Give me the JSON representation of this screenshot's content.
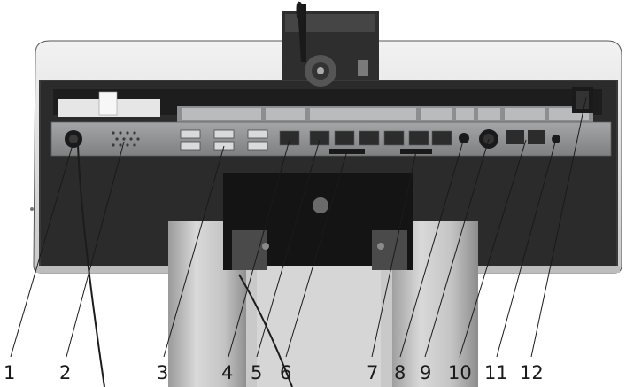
{
  "figure": {
    "subject": "POS terminal rear I/O panel with numbered port callouts",
    "colors": {
      "background": "#ffffff",
      "housing": "#3e3e3e",
      "panel": "#8d8f90",
      "port": "#c7c9ca",
      "stand": "#bdbdbd",
      "callout_line": "#1a1a1a"
    }
  },
  "callouts": [
    {
      "label": "1",
      "icon": "power-jack"
    },
    {
      "label": "2",
      "icon": "speaker-grille"
    },
    {
      "label": "3",
      "icon": "usb-ports"
    },
    {
      "label": "4",
      "icon": "rj45-port"
    },
    {
      "label": "5",
      "icon": "rj-ports-row"
    },
    {
      "label": "6",
      "icon": "slot-connector"
    },
    {
      "label": "7",
      "icon": "sd-card-slot"
    },
    {
      "label": "8",
      "icon": "audio-jack"
    },
    {
      "label": "9",
      "icon": "powered-usb-round-port"
    },
    {
      "label": "10",
      "icon": "lan-ports"
    },
    {
      "label": "11",
      "icon": "dc-jack"
    },
    {
      "label": "12",
      "icon": "power-switch"
    }
  ]
}
